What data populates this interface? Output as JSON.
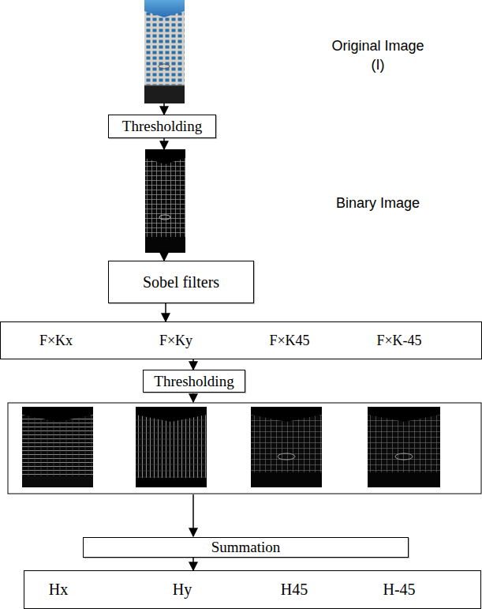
{
  "diagram": {
    "nodes": [
      {
        "text": [
          "Original Image (I)"
        ]
      },
      {
        "text": [
          "Thresholding"
        ]
      },
      {
        "text": [
          "Binary Image"
        ]
      },
      {
        "text": [
          "Sobel filters"
        ]
      },
      {
        "text": [
          "F×Kx",
          "F×Ky",
          "F×K45",
          "F×K-45"
        ]
      },
      {
        "text": [
          "Thresholding"
        ]
      },
      {
        "text": [
          "Summation"
        ]
      },
      {
        "text": [
          "Hx",
          "Hy",
          "H45",
          "H-45"
        ]
      }
    ],
    "edges": [
      {
        "from": 0,
        "to": 1,
        "arrow": "to"
      },
      {
        "from": 1,
        "to": 2,
        "arrow": "to"
      },
      {
        "from": 2,
        "to": 3,
        "arrow": "to"
      },
      {
        "from": 3,
        "to": 4,
        "arrow": "to"
      },
      {
        "from": 4,
        "to": 5,
        "arrow": "to"
      },
      {
        "from": 6,
        "to": 7,
        "arrow": "to"
      }
    ]
  }
}
